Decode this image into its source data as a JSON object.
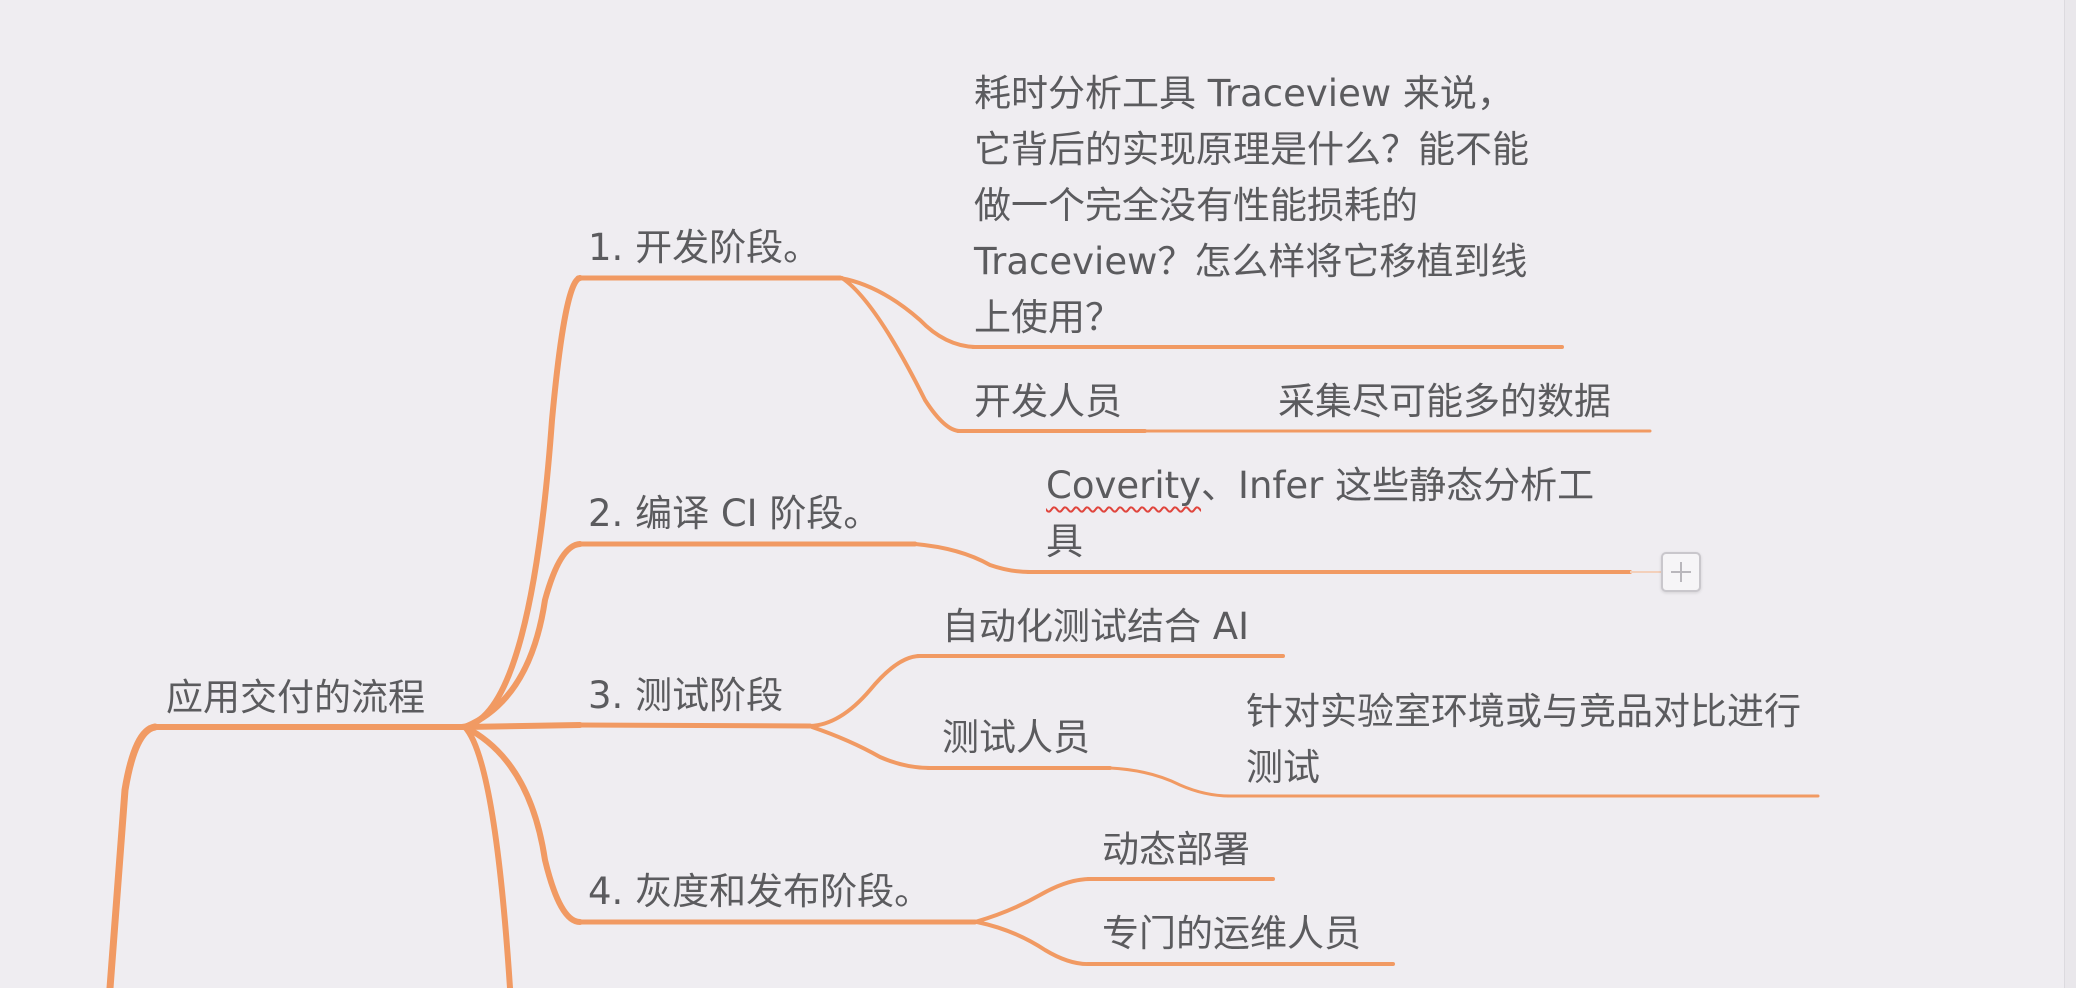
{
  "mindmap": {
    "root": "应用交付的流程",
    "branches": {
      "dev": {
        "label": "1. 开发阶段。",
        "question": "耗时分析工具 Traceview 来说，它背后的实现原理是什么？能不能做一个完全没有性能损耗的 Traceview？怎么样将它移植到线上使用？",
        "developer": "开发人员",
        "collect": "采集尽可能多的数据"
      },
      "ci": {
        "label": "2. 编译 CI 阶段。",
        "tool_word": "Coverity",
        "tool_rest": "、Infer 这些静态分析工具"
      },
      "test": {
        "label": "3. 测试阶段",
        "auto": "自动化测试结合 AI",
        "tester": "测试人员",
        "lab": "针对实验室环境或与竞品对比进行测试"
      },
      "release": {
        "label": "4. 灰度和发布阶段。",
        "deploy": "动态部署",
        "ops": "专门的运维人员"
      }
    }
  },
  "colors": {
    "background": "#efedf1",
    "branch_line": "#f19a63",
    "text": "#5b5b5e"
  },
  "icons": {
    "add_topic": "plus-icon"
  }
}
